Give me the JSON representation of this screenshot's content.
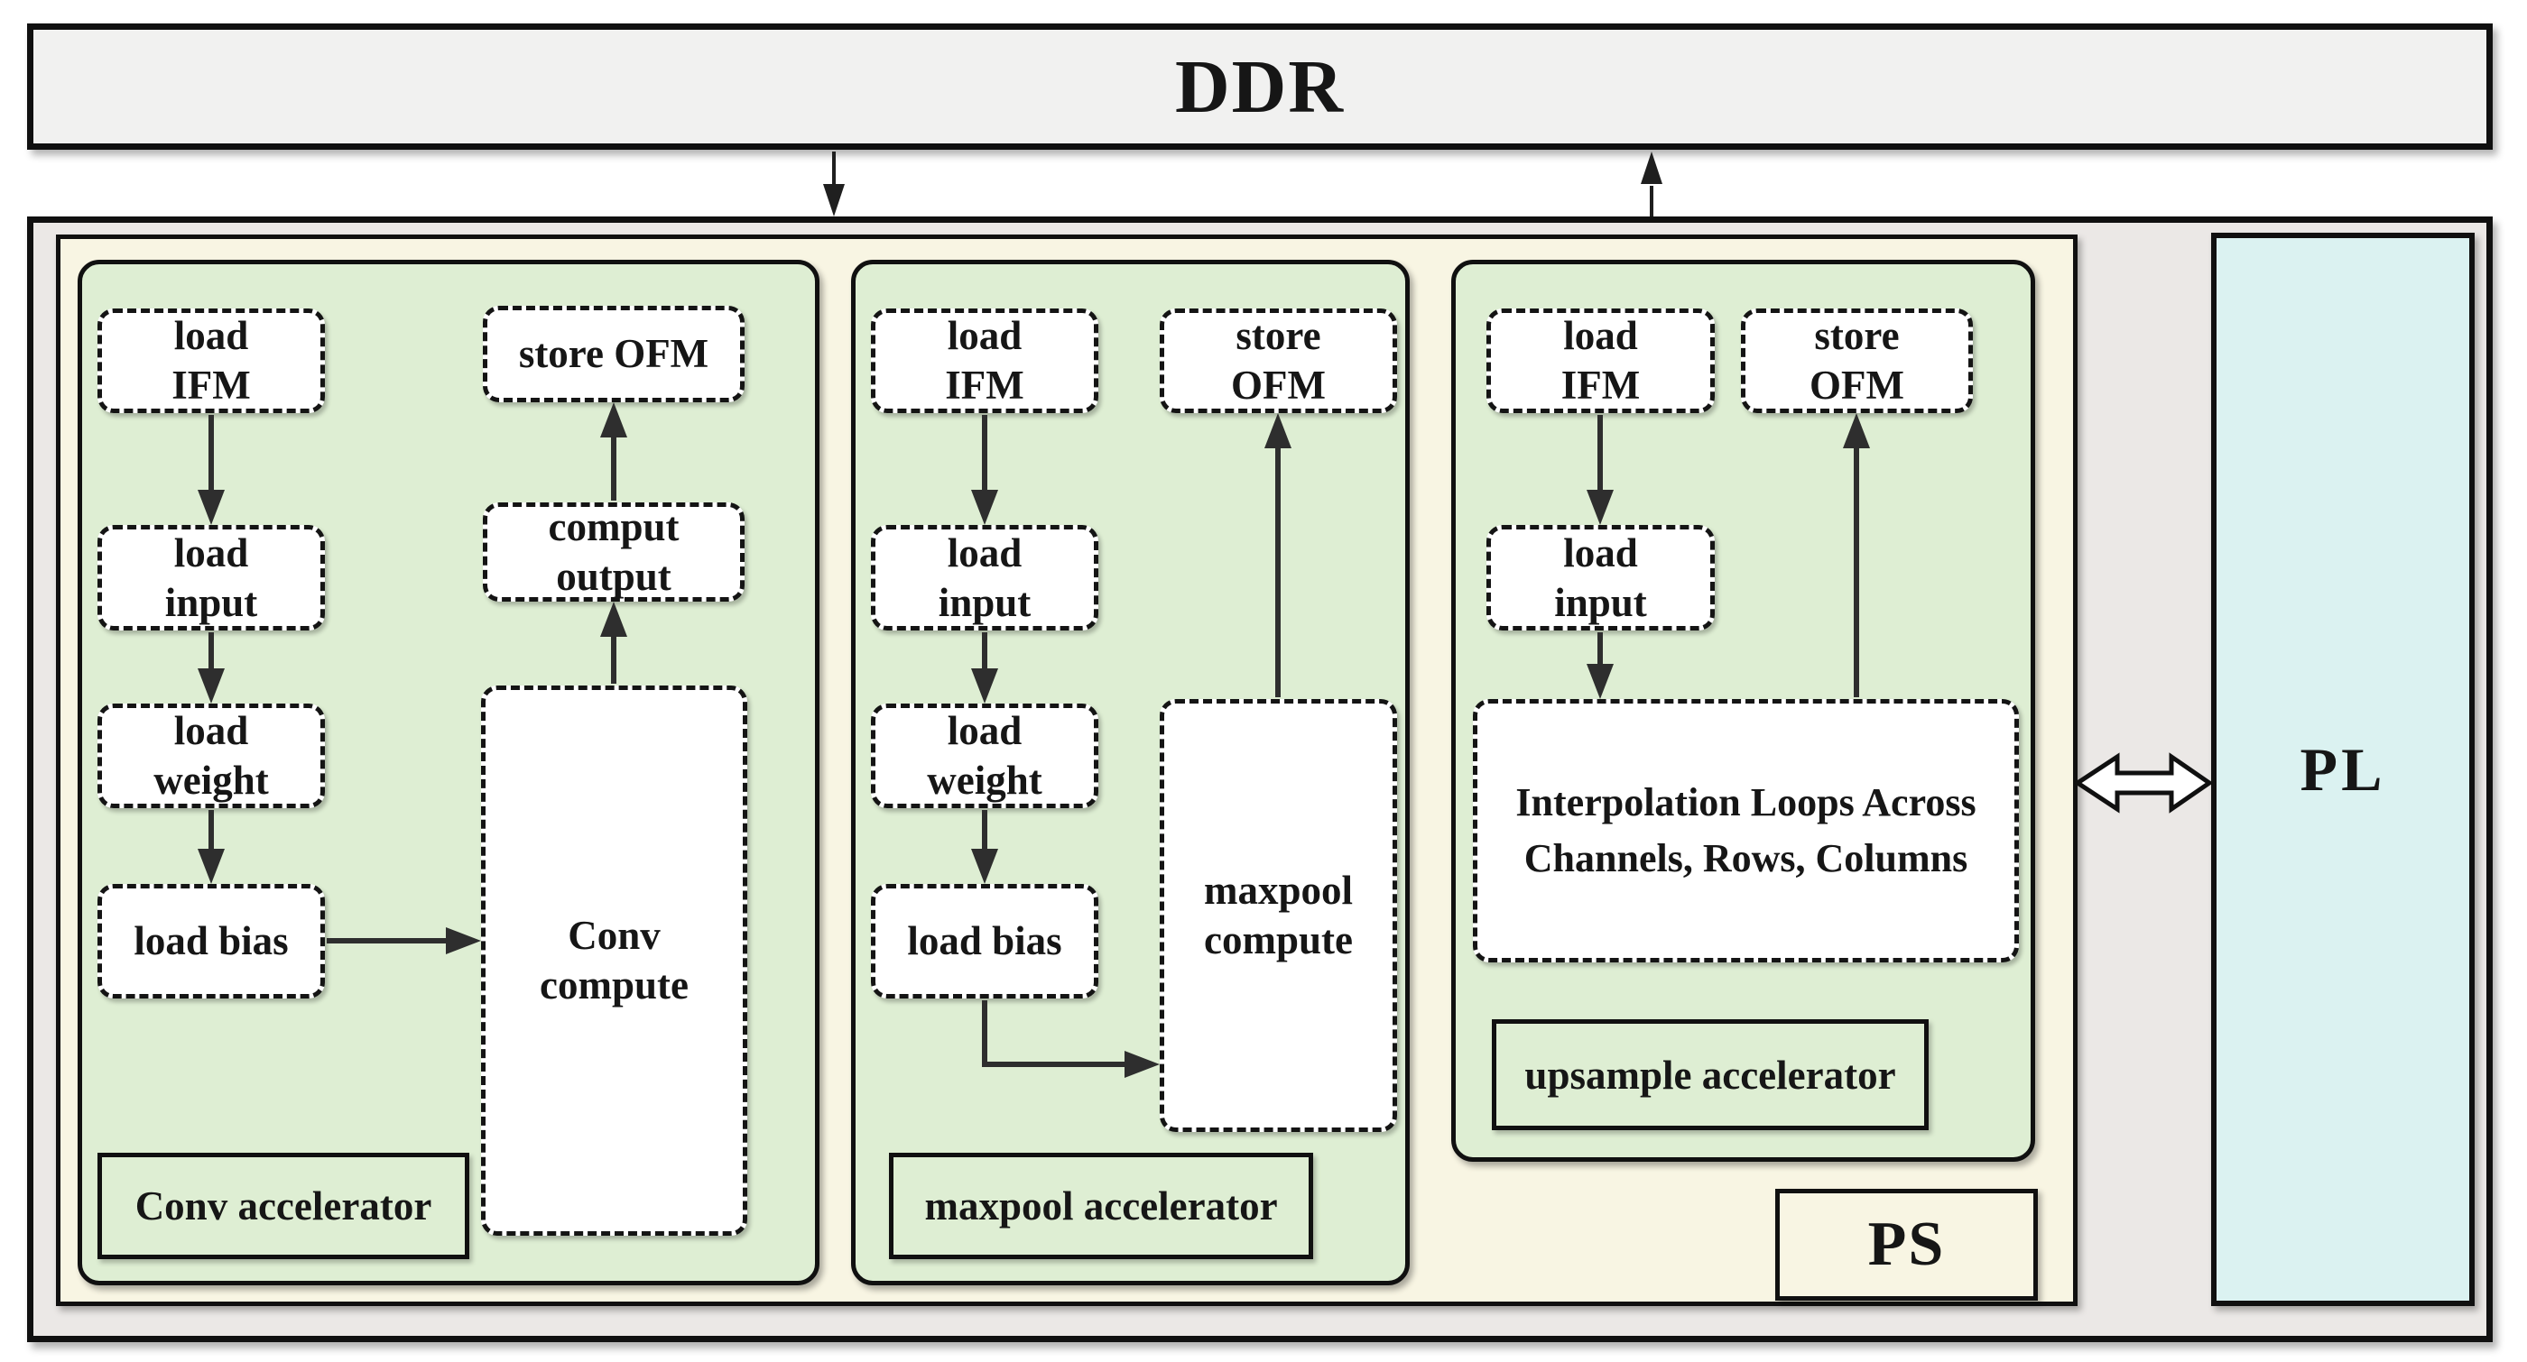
{
  "colors": {
    "green": "#deeed3",
    "cream": "#f8f5e3",
    "gray": "#ebe8e6",
    "cyan": "#dbf2f1",
    "ddr_fill": "#f1f1f0",
    "arrow": "#2e2e2e"
  },
  "ddr": {
    "label": "DDR"
  },
  "ps": {
    "label": "PS"
  },
  "pl": {
    "label": "PL"
  },
  "conv": {
    "load_ifm": "load\nIFM",
    "load_input": "load\ninput",
    "load_weight": "load\nweight",
    "load_bias": "load bias",
    "compute": "Conv\ncompute",
    "output": "comput\noutput",
    "store": "store OFM",
    "label": "Conv accelerator"
  },
  "maxpool": {
    "load_ifm": "load\nIFM",
    "load_input": "load\ninput",
    "load_weight": "load\nweight",
    "load_bias": "load bias",
    "compute": "maxpool\ncompute",
    "store": "store\nOFM",
    "label": "maxpool accelerator"
  },
  "upsample": {
    "load_ifm": "load\nIFM",
    "load_input": "load\ninput",
    "compute": "Interpolation Loops Across\nChannels, Rows, Columns",
    "store": "store\nOFM",
    "label": "upsample accelerator"
  }
}
